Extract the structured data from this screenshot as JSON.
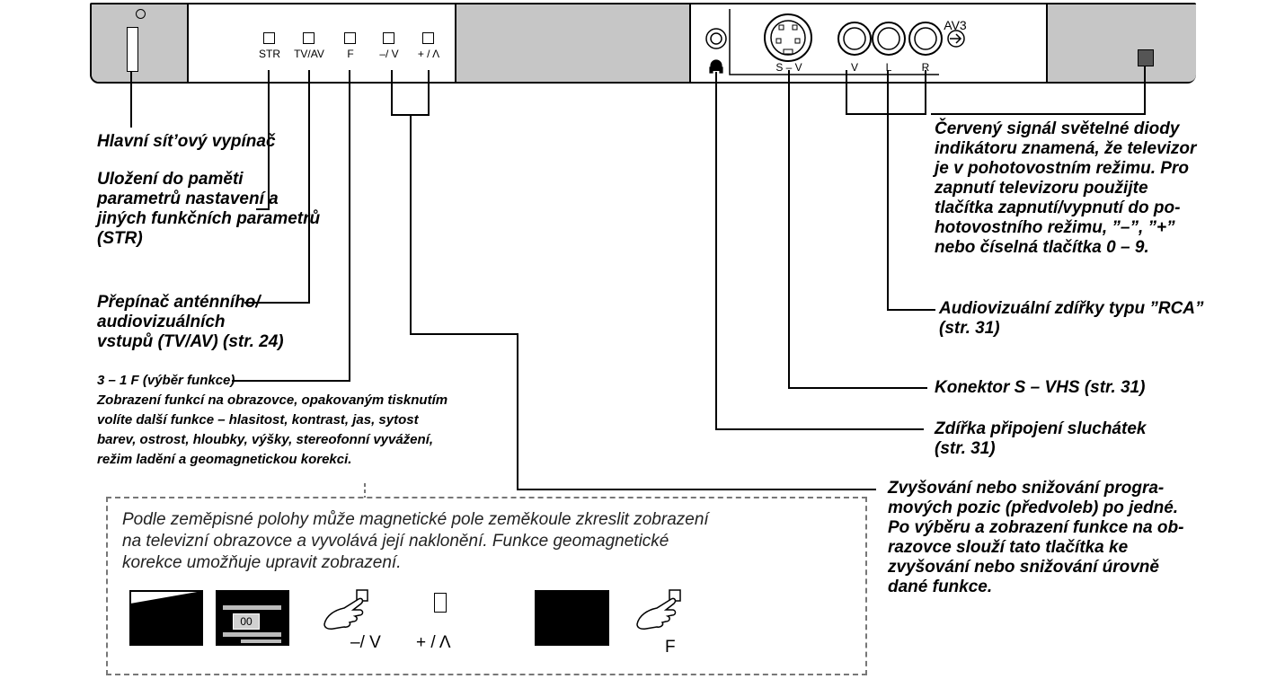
{
  "panel": {
    "buttons": [
      {
        "label": "STR"
      },
      {
        "label": "TV/AV"
      },
      {
        "label": "F"
      },
      {
        "label": "–/ V"
      },
      {
        "label": "+ / Λ"
      }
    ],
    "jacks": {
      "svideo": "S – V",
      "v": "V",
      "l": "L",
      "r": "R",
      "av3": "AV3"
    }
  },
  "callouts": {
    "power_switch": "Hlavní sít’ový vypínač",
    "str": "Uložení do paměti\nparametrů nastavení a\njiných funkčních parametrů\n(STR)",
    "tvav": "Přepínač anténního/\naudiovizuálních\nvstupů (TV/AV) (str. 24)",
    "f_title": "3 – 1 F (výběr funkce)",
    "f_desc": "Zobrazení funkcí na obrazovce, opakovaným tisknutím\nvolíte další funkce – hlasitost, kontrast, jas, sytost\nbarev, ostrost, hloubky, výšky, stereofonní vyvážení,\nrežim ladění a geomagnetickou korekci.",
    "led": "Červený signál světelné diody\nindikátoru znamená, že televizor\nje v pohotovostním režimu. Pro\nzapnutí televizoru  použijte\ntlačítka zapnutí/vypnutí do po-\nhotovostního  režimu, ”–”, ”+”\nnebo číselná tlačítka 0 – 9.",
    "rca": "Audiovizuální zdířky typu ”RCA”\n(str. 31)",
    "svhs": "Konektor S – VHS (str. 31)",
    "headphone": "Zdířka připojení sluchátek\n(str. 31)",
    "updown": "Zvyšování nebo snižování progra-\nmových pozic (předvoleb)  po jedné.\nPo výběru a zobrazení funkce na ob-\nrazovce slouží tato  tlačítka ke\nzvyšování nebo snižování úrovně\ndané  funkce."
  },
  "note_box": {
    "text": "Podle zeměpisné polohy může magnetické pole zeměkoule zkreslit zobrazení\nna televizní obrazovce a vyvolává její naklonění. Funkce geomagnetické\nkorekce umožňuje upravit zobrazení.",
    "screen_value": "00",
    "minus_label": "–/ V",
    "plus_label": "+ / Λ",
    "f_label": "F"
  }
}
